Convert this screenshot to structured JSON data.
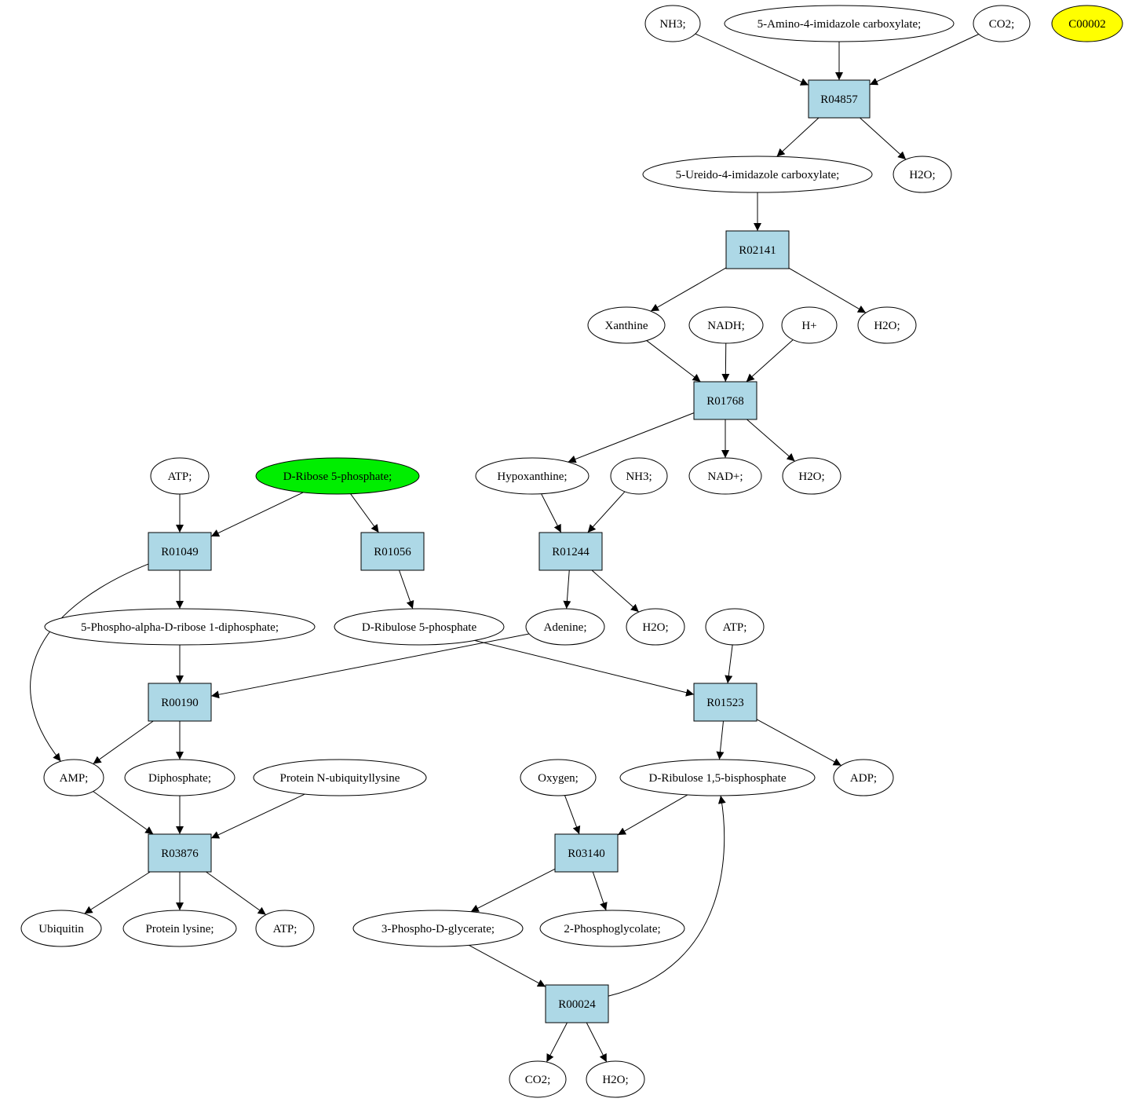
{
  "colors": {
    "compound": "#ffffff",
    "reaction": "#add8e6",
    "highlight_start": "#00ee00",
    "highlight_query": "#ffff00",
    "stroke": "#000000"
  },
  "nodes": {
    "nh3_top": {
      "label": "NH3;",
      "kind": "compound"
    },
    "aica": {
      "label": "5-Amino-4-imidazole carboxylate;",
      "kind": "compound"
    },
    "co2_top": {
      "label": "CO2;",
      "kind": "compound"
    },
    "c00002": {
      "label": "C00002",
      "kind": "compound",
      "highlight": "query"
    },
    "r04857": {
      "label": "R04857",
      "kind": "reaction"
    },
    "uica": {
      "label": "5-Ureido-4-imidazole carboxylate;",
      "kind": "compound"
    },
    "h2o_1": {
      "label": "H2O;",
      "kind": "compound"
    },
    "r02141": {
      "label": "R02141",
      "kind": "reaction"
    },
    "xanthine": {
      "label": "Xanthine",
      "kind": "compound"
    },
    "nadh": {
      "label": "NADH;",
      "kind": "compound"
    },
    "hplus": {
      "label": "H+",
      "kind": "compound"
    },
    "h2o_2": {
      "label": "H2O;",
      "kind": "compound"
    },
    "r01768": {
      "label": "R01768",
      "kind": "reaction"
    },
    "atp_1": {
      "label": "ATP;",
      "kind": "compound"
    },
    "r5p": {
      "label": "D-Ribose 5-phosphate;",
      "kind": "compound",
      "highlight": "start"
    },
    "hypoxanthine": {
      "label": "Hypoxanthine;",
      "kind": "compound"
    },
    "nh3_2": {
      "label": "NH3;",
      "kind": "compound"
    },
    "nadplus": {
      "label": "NAD+;",
      "kind": "compound"
    },
    "h2o_3": {
      "label": "H2O;",
      "kind": "compound"
    },
    "r01049": {
      "label": "R01049",
      "kind": "reaction"
    },
    "r01056": {
      "label": "R01056",
      "kind": "reaction"
    },
    "r01244": {
      "label": "R01244",
      "kind": "reaction"
    },
    "prpp": {
      "label": "5-Phospho-alpha-D-ribose 1-diphosphate;",
      "kind": "compound"
    },
    "ru5p": {
      "label": "D-Ribulose 5-phosphate",
      "kind": "compound"
    },
    "adenine": {
      "label": "Adenine;",
      "kind": "compound"
    },
    "h2o_4": {
      "label": "H2O;",
      "kind": "compound"
    },
    "atp_2": {
      "label": "ATP;",
      "kind": "compound"
    },
    "r00190": {
      "label": "R00190",
      "kind": "reaction"
    },
    "r01523": {
      "label": "R01523",
      "kind": "reaction"
    },
    "amp": {
      "label": "AMP;",
      "kind": "compound"
    },
    "diphosphate": {
      "label": "Diphosphate;",
      "kind": "compound"
    },
    "pnul": {
      "label": "Protein N-ubiquityllysine",
      "kind": "compound"
    },
    "oxygen": {
      "label": "Oxygen;",
      "kind": "compound"
    },
    "rubp": {
      "label": "D-Ribulose 1,5-bisphosphate",
      "kind": "compound"
    },
    "adp": {
      "label": "ADP;",
      "kind": "compound"
    },
    "r03876": {
      "label": "R03876",
      "kind": "reaction"
    },
    "r03140": {
      "label": "R03140",
      "kind": "reaction"
    },
    "ubiquitin": {
      "label": "Ubiquitin",
      "kind": "compound"
    },
    "protlys": {
      "label": "Protein lysine;",
      "kind": "compound"
    },
    "atp_3": {
      "label": "ATP;",
      "kind": "compound"
    },
    "pga": {
      "label": "3-Phospho-D-glycerate;",
      "kind": "compound"
    },
    "pgly": {
      "label": "2-Phosphoglycolate;",
      "kind": "compound"
    },
    "r00024": {
      "label": "R00024",
      "kind": "reaction"
    },
    "co2_bottom": {
      "label": "CO2;",
      "kind": "compound"
    },
    "h2o_5": {
      "label": "H2O;",
      "kind": "compound"
    }
  },
  "edges": [
    {
      "from": "nh3_top",
      "to": "r04857"
    },
    {
      "from": "aica",
      "to": "r04857"
    },
    {
      "from": "co2_top",
      "to": "r04857"
    },
    {
      "from": "r04857",
      "to": "uica"
    },
    {
      "from": "r04857",
      "to": "h2o_1"
    },
    {
      "from": "uica",
      "to": "r02141"
    },
    {
      "from": "r02141",
      "to": "xanthine"
    },
    {
      "from": "r02141",
      "to": "h2o_2"
    },
    {
      "from": "xanthine",
      "to": "r01768"
    },
    {
      "from": "nadh",
      "to": "r01768"
    },
    {
      "from": "hplus",
      "to": "r01768"
    },
    {
      "from": "r01768",
      "to": "hypoxanthine"
    },
    {
      "from": "r01768",
      "to": "nadplus"
    },
    {
      "from": "r01768",
      "to": "h2o_3"
    },
    {
      "from": "atp_1",
      "to": "r01049"
    },
    {
      "from": "r5p",
      "to": "r01049"
    },
    {
      "from": "r5p",
      "to": "r01056"
    },
    {
      "from": "hypoxanthine",
      "to": "r01244"
    },
    {
      "from": "nh3_2",
      "to": "r01244"
    },
    {
      "from": "r01049",
      "to": "prpp"
    },
    {
      "from": "r01049",
      "to": "amp"
    },
    {
      "from": "r01056",
      "to": "ru5p"
    },
    {
      "from": "r01244",
      "to": "adenine"
    },
    {
      "from": "r01244",
      "to": "h2o_4"
    },
    {
      "from": "prpp",
      "to": "r00190"
    },
    {
      "from": "adenine",
      "to": "r00190"
    },
    {
      "from": "ru5p",
      "to": "r01523"
    },
    {
      "from": "atp_2",
      "to": "r01523"
    },
    {
      "from": "r00190",
      "to": "amp"
    },
    {
      "from": "r00190",
      "to": "diphosphate"
    },
    {
      "from": "r01523",
      "to": "rubp"
    },
    {
      "from": "r01523",
      "to": "adp"
    },
    {
      "from": "amp",
      "to": "r03876"
    },
    {
      "from": "diphosphate",
      "to": "r03876"
    },
    {
      "from": "pnul",
      "to": "r03876"
    },
    {
      "from": "oxygen",
      "to": "r03140"
    },
    {
      "from": "rubp",
      "to": "r03140"
    },
    {
      "from": "r03876",
      "to": "ubiquitin"
    },
    {
      "from": "r03876",
      "to": "protlys"
    },
    {
      "from": "r03876",
      "to": "atp_3"
    },
    {
      "from": "r03140",
      "to": "pga"
    },
    {
      "from": "r03140",
      "to": "pgly"
    },
    {
      "from": "pga",
      "to": "r00024"
    },
    {
      "from": "r00024",
      "to": "co2_bottom"
    },
    {
      "from": "r00024",
      "to": "h2o_5"
    },
    {
      "from": "r00024",
      "to": "rubp"
    }
  ]
}
